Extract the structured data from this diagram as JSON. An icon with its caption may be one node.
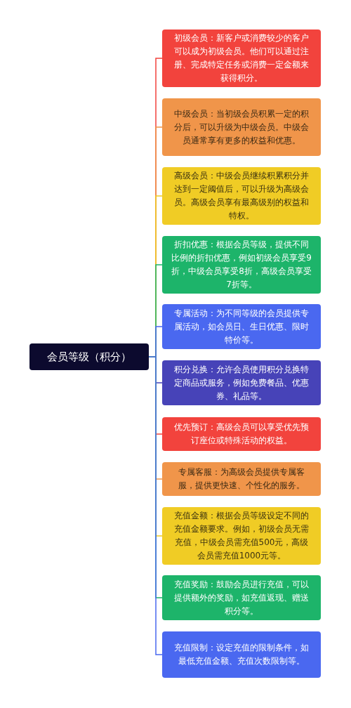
{
  "diagram": {
    "nodes": [
      {
        "text": [
          "会员等级（积分）"
        ]
      },
      {
        "text": [
          "初级会员：新客户或消费较少的客户可以成为初级会员。他们可以通过注册、完成特定任务或消费一定金额来获得积分。"
        ]
      },
      {
        "text": [
          "中级会员：当初级会员积累一定的积分后，可以升级为中级会员。中级会员通常享有更多的权益和优惠。"
        ]
      },
      {
        "text": [
          "高级会员：中级会员继续积累积分并达到一定阈值后，可以升级为高级会员。高级会员享有最高级别的权益和特权。"
        ]
      },
      {
        "text": [
          "折扣优惠：根据会员等级，提供不同比例的折扣优惠，例如初级会员享受9折，中级会员享受8折，高级会员享受7折等。"
        ]
      },
      {
        "text": [
          "专属活动：为不同等级的会员提供专属活动，如会员日、生日优惠、限时特价等。"
        ]
      },
      {
        "text": [
          "积分兑换：允许会员使用积分兑换特定商品或服务，例如免费餐品、优惠券、礼品等。"
        ]
      },
      {
        "text": [
          "优先预订：高级会员可以享受优先预订座位或特殊活动的权益。"
        ]
      },
      {
        "text": [
          "专属客服：为高级会员提供专属客服，提供更快速、个性化的服务。"
        ]
      },
      {
        "text": [
          "充值金额：根据会员等级设定不同的充值金额要求。例如，初级会员无需充值，中级会员需充值500元，高级会员需充值1000元等。"
        ]
      },
      {
        "text": [
          "充值奖励：鼓励会员进行充值，可以提供额外的奖励，如充值返现、赠送积分等。"
        ]
      },
      {
        "text": [
          "充值限制：设定充值的限制条件，如最低充值金额、充值次数限制等。"
        ]
      }
    ],
    "edges": [
      {
        "from": 0,
        "to": 1,
        "arrow": "none",
        "color": "#f2433d"
      },
      {
        "from": 0,
        "to": 2,
        "arrow": "none",
        "color": "#f0954a"
      },
      {
        "from": 0,
        "to": 3,
        "arrow": "none",
        "color": "#f0cc25"
      },
      {
        "from": 0,
        "to": 4,
        "arrow": "none",
        "color": "#1db46a"
      },
      {
        "from": 0,
        "to": 5,
        "arrow": "none",
        "color": "#4a68f0"
      },
      {
        "from": 0,
        "to": 6,
        "arrow": "none",
        "color": "#4743b8"
      },
      {
        "from": 0,
        "to": 7,
        "arrow": "none",
        "color": "#f2433d"
      },
      {
        "from": 0,
        "to": 8,
        "arrow": "none",
        "color": "#f0954a"
      },
      {
        "from": 0,
        "to": 9,
        "arrow": "none",
        "color": "#f0cc25"
      },
      {
        "from": 0,
        "to": 10,
        "arrow": "none",
        "color": "#1db46a"
      },
      {
        "from": 0,
        "to": 11,
        "arrow": "none",
        "color": "#4a68f0"
      }
    ]
  }
}
